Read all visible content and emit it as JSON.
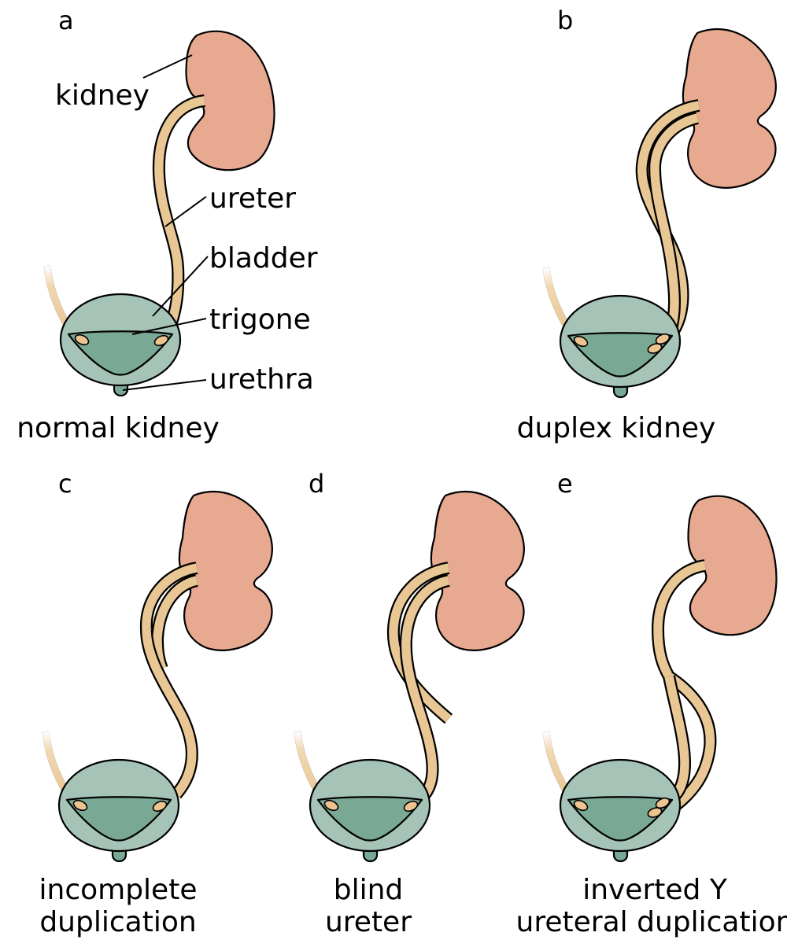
{
  "panels": {
    "a": {
      "letter": "a",
      "caption": [
        "normal kidney"
      ]
    },
    "b": {
      "letter": "b",
      "caption": [
        "duplex kidney"
      ]
    },
    "c": {
      "letter": "c",
      "caption": [
        "incomplete",
        "duplication"
      ]
    },
    "d": {
      "letter": "d",
      "caption": [
        "blind",
        "ureter"
      ]
    },
    "e": {
      "letter": "e",
      "caption": [
        "inverted Y",
        "ureteral duplication"
      ]
    }
  },
  "labels": {
    "kidney": "kidney",
    "ureter": "ureter",
    "bladder": "bladder",
    "trigone": "trigone",
    "urethra": "urethra"
  },
  "colors": {
    "kidney": "#e8a991",
    "bladder": "#a5c4b7",
    "trigone": "#79a895",
    "ureter": "#e8c795",
    "orifice": "#edc48f",
    "outline": "#000000"
  }
}
